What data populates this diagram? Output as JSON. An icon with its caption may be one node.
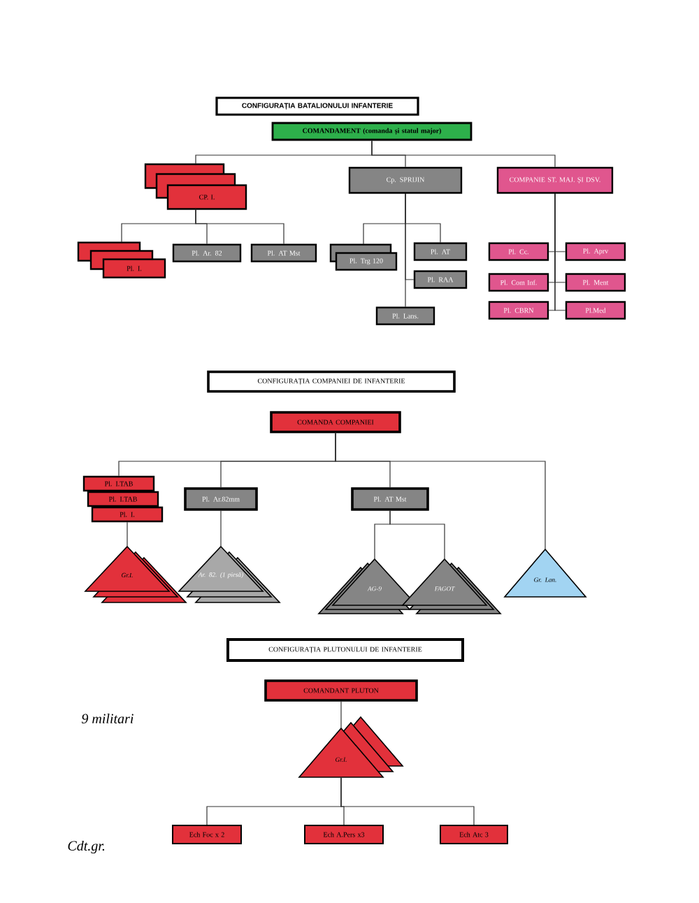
{
  "diagram": {
    "nodes": [
      {
        "text": [
          "CONFIGURAȚIA BATALIONULUI INFANTERIE"
        ]
      },
      {
        "text": [
          "COMANDAMENT (comanda și statul major)"
        ]
      },
      {
        "text": [
          "CP. I."
        ]
      },
      {
        "text": [
          "Cp. SPRIJIN"
        ]
      },
      {
        "text": [
          "COMPANIE ST. MAJ. ȘI DSV."
        ]
      },
      {
        "text": [
          "Pl. I."
        ]
      },
      {
        "text": [
          "Pl. Ar. 82"
        ]
      },
      {
        "text": [
          "Pl. AT Mst"
        ]
      },
      {
        "text": [
          "Pl. Trg 120"
        ]
      },
      {
        "text": [
          "Pl. AT"
        ]
      },
      {
        "text": [
          "Pl. RAA"
        ]
      },
      {
        "text": [
          "Pl. Lans."
        ]
      },
      {
        "text": [
          "Pl. Cc."
        ]
      },
      {
        "text": [
          "Pl. Aprv"
        ]
      },
      {
        "text": [
          "Pl. Com Inf."
        ]
      },
      {
        "text": [
          "Pl. Ment"
        ]
      },
      {
        "text": [
          "Pl. CBRN"
        ]
      },
      {
        "text": [
          "Pl.Med"
        ]
      },
      {
        "text": [
          "CONFIGURAȚIA COMPANIEI DE INFANTERIE"
        ]
      },
      {
        "text": [
          "COMANDA COMPANIEI"
        ]
      },
      {
        "text": [
          "Pl. I.TAB"
        ]
      },
      {
        "text": [
          "Pl. I.TAB"
        ]
      },
      {
        "text": [
          "Pl. I."
        ]
      },
      {
        "text": [
          "Pl. Ar.82mm"
        ]
      },
      {
        "text": [
          "Pl. AT Mst"
        ]
      },
      {
        "text": [
          "Gr.I."
        ]
      },
      {
        "text": [
          "Ar. 82. (1 piesă)"
        ]
      },
      {
        "text": [
          "AG-9"
        ]
      },
      {
        "text": [
          "FAGOT"
        ]
      },
      {
        "text": [
          "Gr. Lan."
        ]
      },
      {
        "text": [
          "CONFIGURAȚIA PLUTONULUI DE INFANTERIE"
        ]
      },
      {
        "text": [
          "COMANDANT PLUTON"
        ]
      },
      {
        "text": [
          "Gr.I."
        ]
      },
      {
        "text": [
          "Ech Foc x 2"
        ]
      },
      {
        "text": [
          "Ech A.Pers x3"
        ]
      },
      {
        "text": [
          "Ech Atc 3"
        ]
      }
    ],
    "edges": [
      {
        "from": 1,
        "to": 2,
        "arrow": "none"
      },
      {
        "from": 1,
        "to": 3,
        "arrow": "none"
      },
      {
        "from": 1,
        "to": 4,
        "arrow": "none"
      },
      {
        "from": 2,
        "to": 5,
        "arrow": "none"
      },
      {
        "from": 2,
        "to": 6,
        "arrow": "none"
      },
      {
        "from": 2,
        "to": 7,
        "arrow": "none"
      },
      {
        "from": 3,
        "to": 8,
        "arrow": "none"
      },
      {
        "from": 3,
        "to": 9,
        "arrow": "none"
      },
      {
        "from": 3,
        "to": 10,
        "arrow": "none"
      },
      {
        "from": 3,
        "to": 11,
        "arrow": "none"
      },
      {
        "from": 4,
        "to": 12,
        "arrow": "none"
      },
      {
        "from": 4,
        "to": 13,
        "arrow": "none"
      },
      {
        "from": 4,
        "to": 14,
        "arrow": "none"
      },
      {
        "from": 4,
        "to": 15,
        "arrow": "none"
      },
      {
        "from": 4,
        "to": 16,
        "arrow": "none"
      },
      {
        "from": 4,
        "to": 17,
        "arrow": "none"
      },
      {
        "from": 19,
        "to": 20,
        "arrow": "none"
      },
      {
        "from": 19,
        "to": 23,
        "arrow": "none"
      },
      {
        "from": 19,
        "to": 24,
        "arrow": "none"
      },
      {
        "from": 19,
        "to": 29,
        "arrow": "none"
      },
      {
        "from": 22,
        "to": 25,
        "arrow": "none"
      },
      {
        "from": 23,
        "to": 26,
        "arrow": "none"
      },
      {
        "from": 24,
        "to": 27,
        "arrow": "none"
      },
      {
        "from": 24,
        "to": 28,
        "arrow": "none"
      },
      {
        "from": 31,
        "to": 32,
        "arrow": "none"
      },
      {
        "from": 32,
        "to": 33,
        "arrow": "none"
      },
      {
        "from": 32,
        "to": 34,
        "arrow": "none"
      },
      {
        "from": 32,
        "to": 35,
        "arrow": "none"
      }
    ],
    "labels": [
      "9 militari",
      "Cdt.gr."
    ]
  }
}
